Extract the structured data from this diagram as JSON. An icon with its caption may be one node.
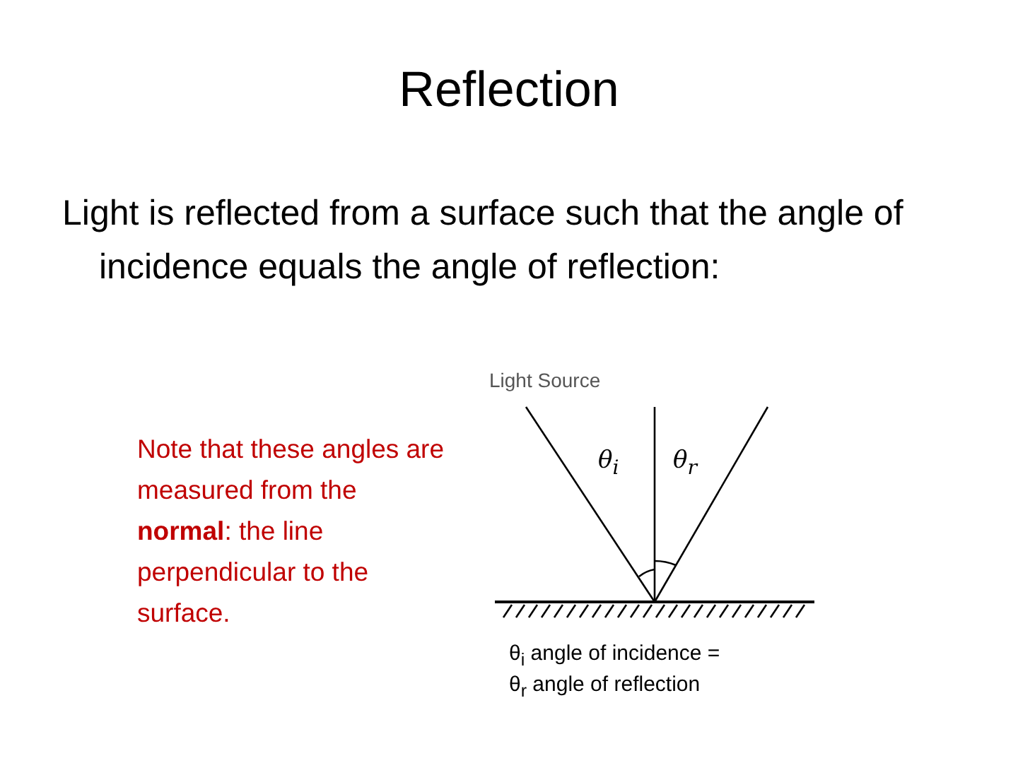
{
  "diagram": {
    "title": "Reflection",
    "labels": [
      "Light is reflected from a surface such that the angle of incidence equals the angle of reflection:",
      "Note that these angles are measured from the **normal**: the line perpendicular to the surface.",
      "Light Source",
      "θ$_{i}$",
      "θ$_{r}$",
      "θ$_{i}$ angle of incidence =",
      "θ$_{r}$ angle of reflection"
    ]
  }
}
